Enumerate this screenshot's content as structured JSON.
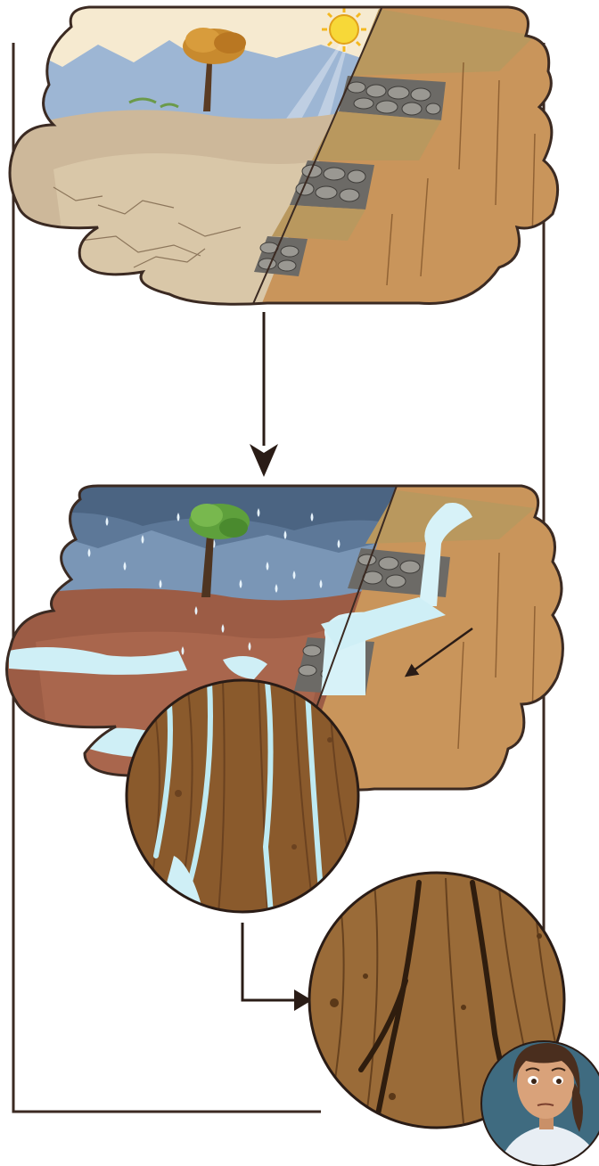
{
  "illustration": {
    "panels": [
      {
        "id": "dry-season",
        "features": [
          "sun",
          "tree-autumn",
          "mountains",
          "cracked-dry-soil",
          "stone-terraces",
          "soil-cliff"
        ]
      },
      {
        "id": "rain-season",
        "features": [
          "rain-clouds",
          "rain-drops",
          "tree-green",
          "flooded-soil",
          "waterfall-over-terraces",
          "soil-cliff",
          "flow-arrow"
        ]
      },
      {
        "id": "zoom-wet-soil",
        "features": [
          "water-streams-in-soil-grooves"
        ]
      },
      {
        "id": "zoom-eroded-soil",
        "features": [
          "deep-erosion-grooves"
        ]
      }
    ],
    "character": "worried-face-portrait",
    "colors": {
      "frame": "#3b2a22",
      "dry_sky": "#f6ead0",
      "mountain": "#9db6d4",
      "dry_soil": "#cdb89a",
      "terrace_soil": "#b9985e",
      "cliff": "#c9955b",
      "storm_sky": "#4b6482",
      "wet_soil": "#9c5c45",
      "water": "#cfeff6",
      "zoom_soil": "#8a5a2c"
    }
  }
}
